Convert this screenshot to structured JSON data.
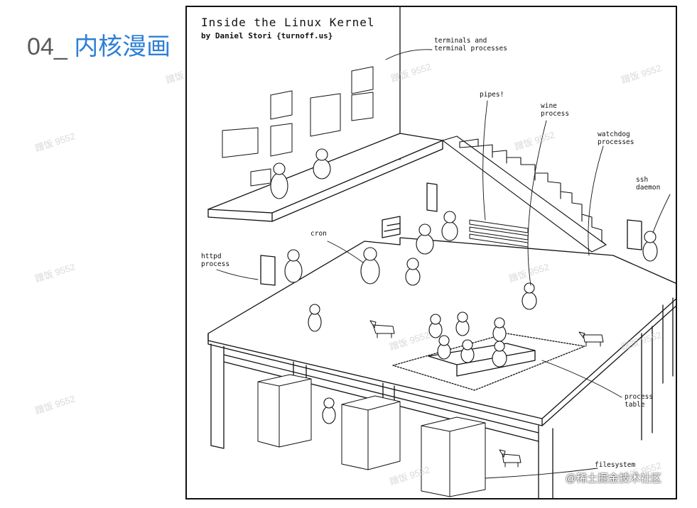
{
  "heading": {
    "number": "04_",
    "text": "内核漫画"
  },
  "comic": {
    "title": "Inside the Linux Kernel",
    "byline": "by Daniel Stori {turnoff.us}",
    "labels": {
      "terminals": "terminals and\nterminal processes",
      "pipes": "pipes!",
      "wine": "wine\nprocess",
      "watchdog": "watchdog\nprocesses",
      "ssh": "ssh\ndaemon",
      "cron": "cron",
      "httpd": "httpd\nprocess",
      "process_table": "process\ntable",
      "filesystem": "filesystem"
    }
  },
  "watermark": "蹭饭 9552",
  "credit": "@稀土掘金技术社区"
}
